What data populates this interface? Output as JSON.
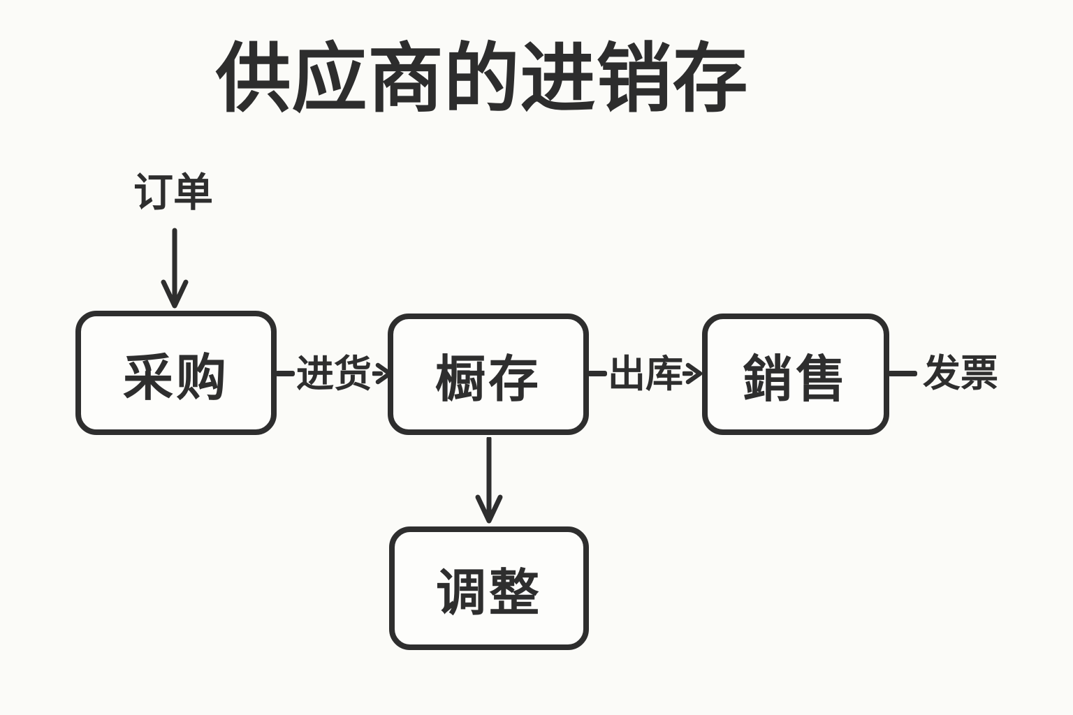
{
  "diagram": {
    "title": "供应商的进销存",
    "nodes": [
      {
        "id": "purchase",
        "label": "采购"
      },
      {
        "id": "storage",
        "label": "橱存"
      },
      {
        "id": "sales",
        "label": "銷售"
      },
      {
        "id": "adjustment",
        "label": "调整"
      }
    ],
    "terminals": [
      {
        "id": "order",
        "label": "订单"
      },
      {
        "id": "invoice",
        "label": "发票"
      }
    ],
    "edge_labels": [
      {
        "id": "stock-in",
        "label": "进货"
      },
      {
        "id": "stock-out",
        "label": "出库"
      }
    ],
    "edges": [
      {
        "from": "order",
        "to": "purchase",
        "label": ""
      },
      {
        "from": "purchase",
        "to": "storage",
        "label": "进货"
      },
      {
        "from": "storage",
        "to": "sales",
        "label": "出库"
      },
      {
        "from": "sales",
        "to": "invoice",
        "label": "发票"
      },
      {
        "from": "storage",
        "to": "adjustment",
        "label": ""
      }
    ],
    "colors": {
      "background": "#fbfbf8",
      "ink": "#2e2e2e"
    }
  }
}
